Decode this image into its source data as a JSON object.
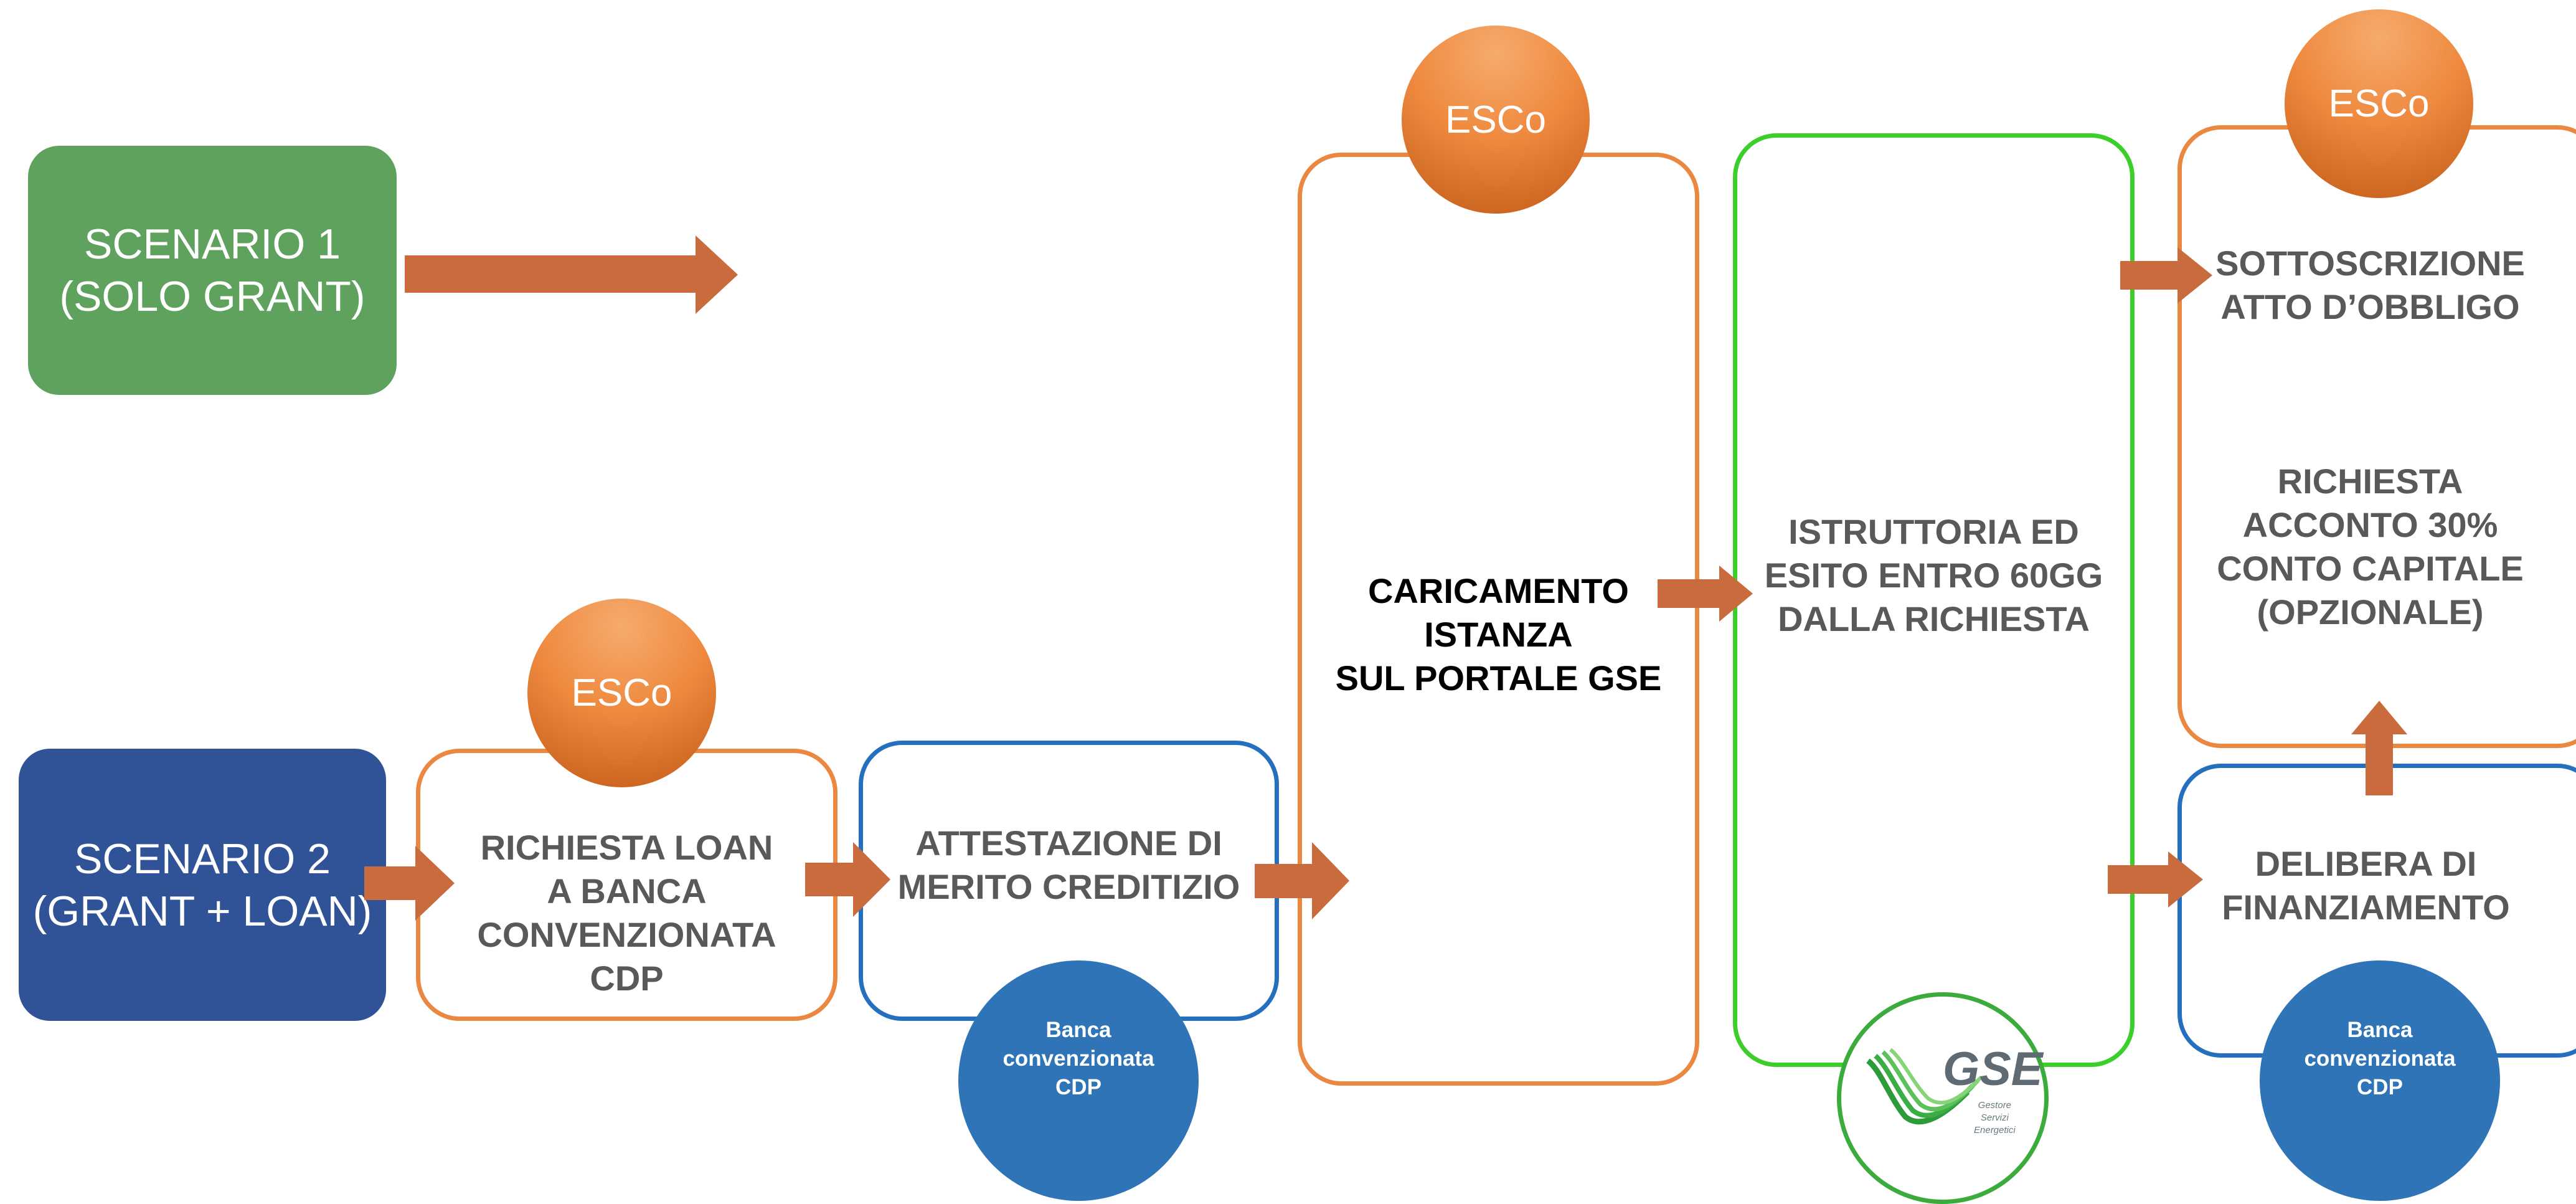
{
  "scenarios": {
    "s1": "SCENARIO 1\n(SOLO GRANT)",
    "s2": "SCENARIO 2\n(GRANT + LOAN)"
  },
  "steps": {
    "richiesta_loan": "RICHIESTA LOAN\nA BANCA\nCONVENZIONATA\nCDP",
    "attestazione": "ATTESTAZIONE DI\nMERITO CREDITIZIO",
    "caricamento": "CARICAMENTO\nISTANZA\nSUL PORTALE GSE",
    "istruttoria": "ISTRUTTORIA ED\nESITO ENTRO 60GG\nDALLA RICHIESTA",
    "sottoscrizione": "SOTTOSCRIZIONE\nATTO D’OBBLIGO",
    "acconto": "RICHIESTA\nACCONTO 30%\nCONTO CAPITALE\n(OPZIONALE)",
    "delibera": "DELIBERA DI\nFINANZIAMENTO"
  },
  "badges": {
    "esco": "ESCo",
    "bank": "Banca\nconvenzionata\nCDP",
    "gse_name": "GSE",
    "gse_subtitle": "Gestore\nServizi\nEnergetici"
  },
  "colors": {
    "arrow": "#c96b3d",
    "scenario1": "#5ea25e",
    "scenario2": "#2f5396",
    "outline_orange": "#ea8841",
    "outline_blue": "#2470bf",
    "outline_green": "#3ccf2b",
    "badge_bank": "#2e74b6"
  }
}
